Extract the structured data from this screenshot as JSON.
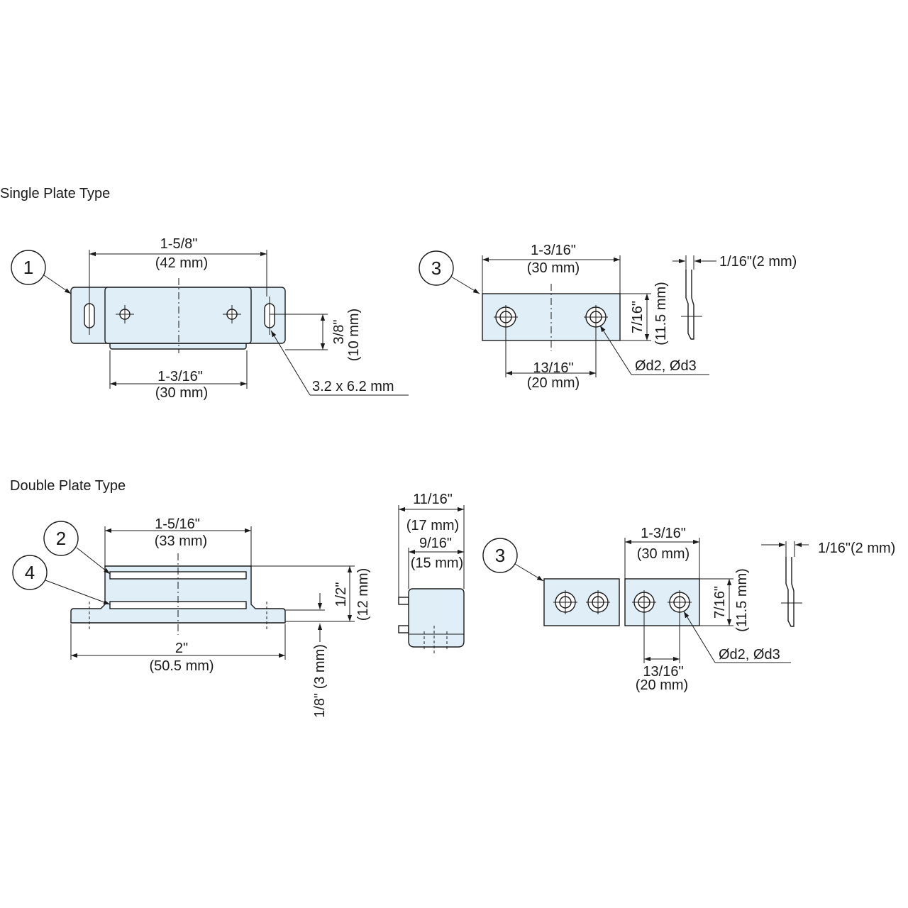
{
  "sections": {
    "single_title": "Single Plate Type",
    "double_title": "Double Plate Type"
  },
  "callouts": {
    "c1": "1",
    "c2": "2",
    "c3": "3",
    "c4": "4"
  },
  "single": {
    "w_in": "1-5/8\"",
    "w_mm": "(42 mm)",
    "body_in": "1-3/16\"",
    "body_mm": "(30 mm)",
    "h_in": "3/8\"",
    "h_mm": "(10 mm)",
    "slot": "3.2 x 6.2 mm"
  },
  "plate_single": {
    "w_in": "1-3/16\"",
    "w_mm": "(30 mm)",
    "h_in": "7/16\"",
    "h_mm": "(11.5 mm)",
    "pitch_in": "13/16\"",
    "pitch_mm": "(20 mm)",
    "holes": "Ød2, Ød3",
    "thick": "1/16\"(2 mm)"
  },
  "double": {
    "w_in": "1-5/16\"",
    "w_mm": "(33 mm)",
    "base_in": "2\"",
    "base_mm": "(50.5 mm)",
    "h_in": "1/2\"",
    "h_mm": "(12 mm)",
    "t_in": "1/8\"",
    "t_mm": "(3 mm)",
    "side_w_in": "11/16\"",
    "side_w_mm": "(17 mm)",
    "side_w2_in": "9/16\"",
    "side_w2_mm": "(15 mm)"
  },
  "plate_double": {
    "w_in": "1-3/16\"",
    "w_mm": "(30 mm)",
    "h_in": "7/16\"",
    "h_mm": "(11.5 mm)",
    "pitch_in": "13/16\"",
    "pitch_mm": "(20 mm)",
    "holes": "Ød2, Ød3",
    "thick": "1/16\"(2 mm)"
  }
}
